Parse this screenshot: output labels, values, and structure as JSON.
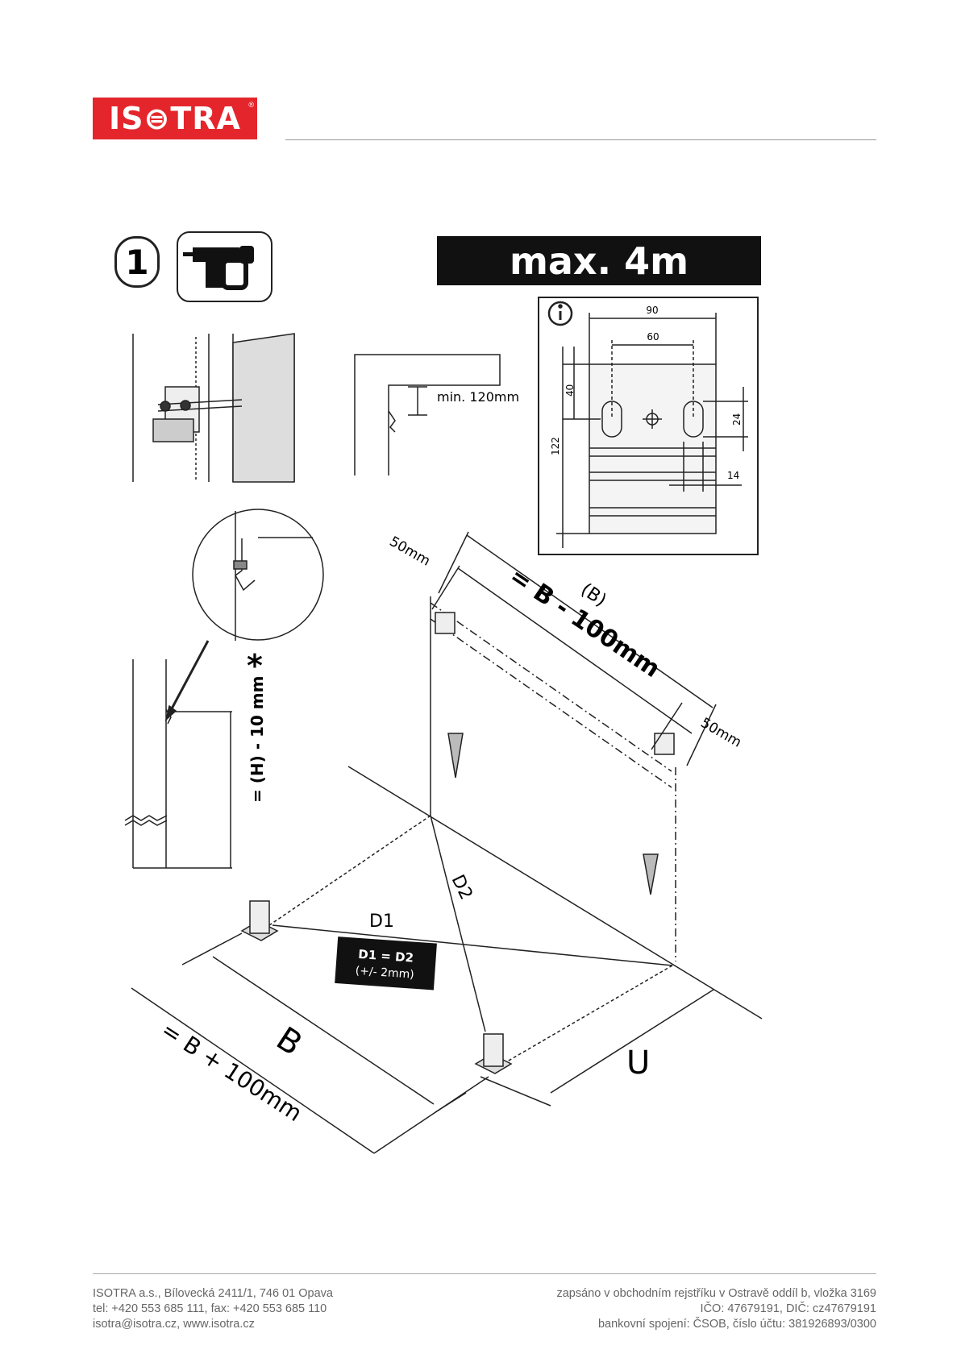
{
  "header": {
    "logo_text": "IS⊜TRA",
    "logo_mark": "®",
    "brand_color": "#e4262c"
  },
  "step": {
    "number": "1",
    "tool_icon": "drill-icon"
  },
  "banner": {
    "text": "max. 4m"
  },
  "annotations": {
    "min_clearance": "min. 120mm",
    "bracket_height": "= (H) - 10 mm",
    "asterisk": "*",
    "edge_left": "50mm",
    "edge_right": "50mm",
    "width_b_paren": "(B)",
    "bracket_span": "= B - 100mm",
    "diag_d1": "D1",
    "diag_d2": "D2",
    "diag_rule_line1": "D1 = D2",
    "diag_rule_line2": "(+/- 2mm)",
    "width_b": "B",
    "post_span": "= B + 100mm",
    "depth_u": "U"
  },
  "info_box": {
    "icon": "info-icon",
    "dim_90": "90",
    "dim_60": "60",
    "dim_40": "40",
    "dim_122": "122",
    "dim_24": "24",
    "dim_14": "14"
  },
  "footer": {
    "left": [
      "ISOTRA a.s., Bílovecká 2411/1, 746 01 Opava",
      "tel: +420 553 685 111, fax: +420 553 685 110",
      "isotra@isotra.cz, www.isotra.cz"
    ],
    "right": [
      "zapsáno v obchodním rejstříku v Ostravě oddíl b, vložka 3169",
      "IČO: 47679191, DIČ: cz47679191",
      "bankovní spojení: ČSOB, číslo účtu: 381926893/0300"
    ]
  }
}
